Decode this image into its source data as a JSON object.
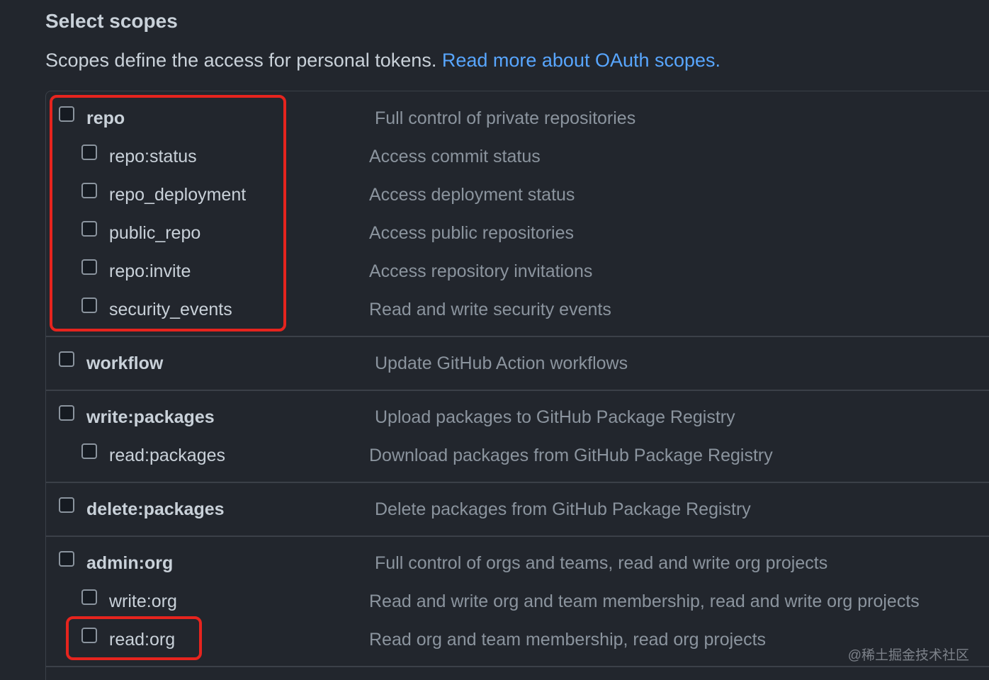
{
  "section": {
    "title": "Select scopes",
    "description": "Scopes define the access for personal tokens. ",
    "link_label": "Read more about OAuth scopes."
  },
  "groups": [
    {
      "parent": {
        "name": "repo",
        "description": "Full control of private repositories"
      },
      "children": [
        {
          "name": "repo:status",
          "description": "Access commit status"
        },
        {
          "name": "repo_deployment",
          "description": "Access deployment status"
        },
        {
          "name": "public_repo",
          "description": "Access public repositories"
        },
        {
          "name": "repo:invite",
          "description": "Access repository invitations"
        },
        {
          "name": "security_events",
          "description": "Read and write security events"
        }
      ]
    },
    {
      "parent": {
        "name": "workflow",
        "description": "Update GitHub Action workflows"
      },
      "children": []
    },
    {
      "parent": {
        "name": "write:packages",
        "description": "Upload packages to GitHub Package Registry"
      },
      "children": [
        {
          "name": "read:packages",
          "description": "Download packages from GitHub Package Registry"
        }
      ]
    },
    {
      "parent": {
        "name": "delete:packages",
        "description": "Delete packages from GitHub Package Registry"
      },
      "children": []
    },
    {
      "parent": {
        "name": "admin:org",
        "description": "Full control of orgs and teams, read and write org projects"
      },
      "children": [
        {
          "name": "write:org",
          "description": "Read and write org and team membership, read and write org projects"
        },
        {
          "name": "read:org",
          "description": "Read org and team membership, read org projects"
        }
      ]
    }
  ],
  "watermark": "@稀土掘金技术社区",
  "colors": {
    "background": "#22262d",
    "link": "#58a6ff",
    "highlight": "#e6241e"
  }
}
